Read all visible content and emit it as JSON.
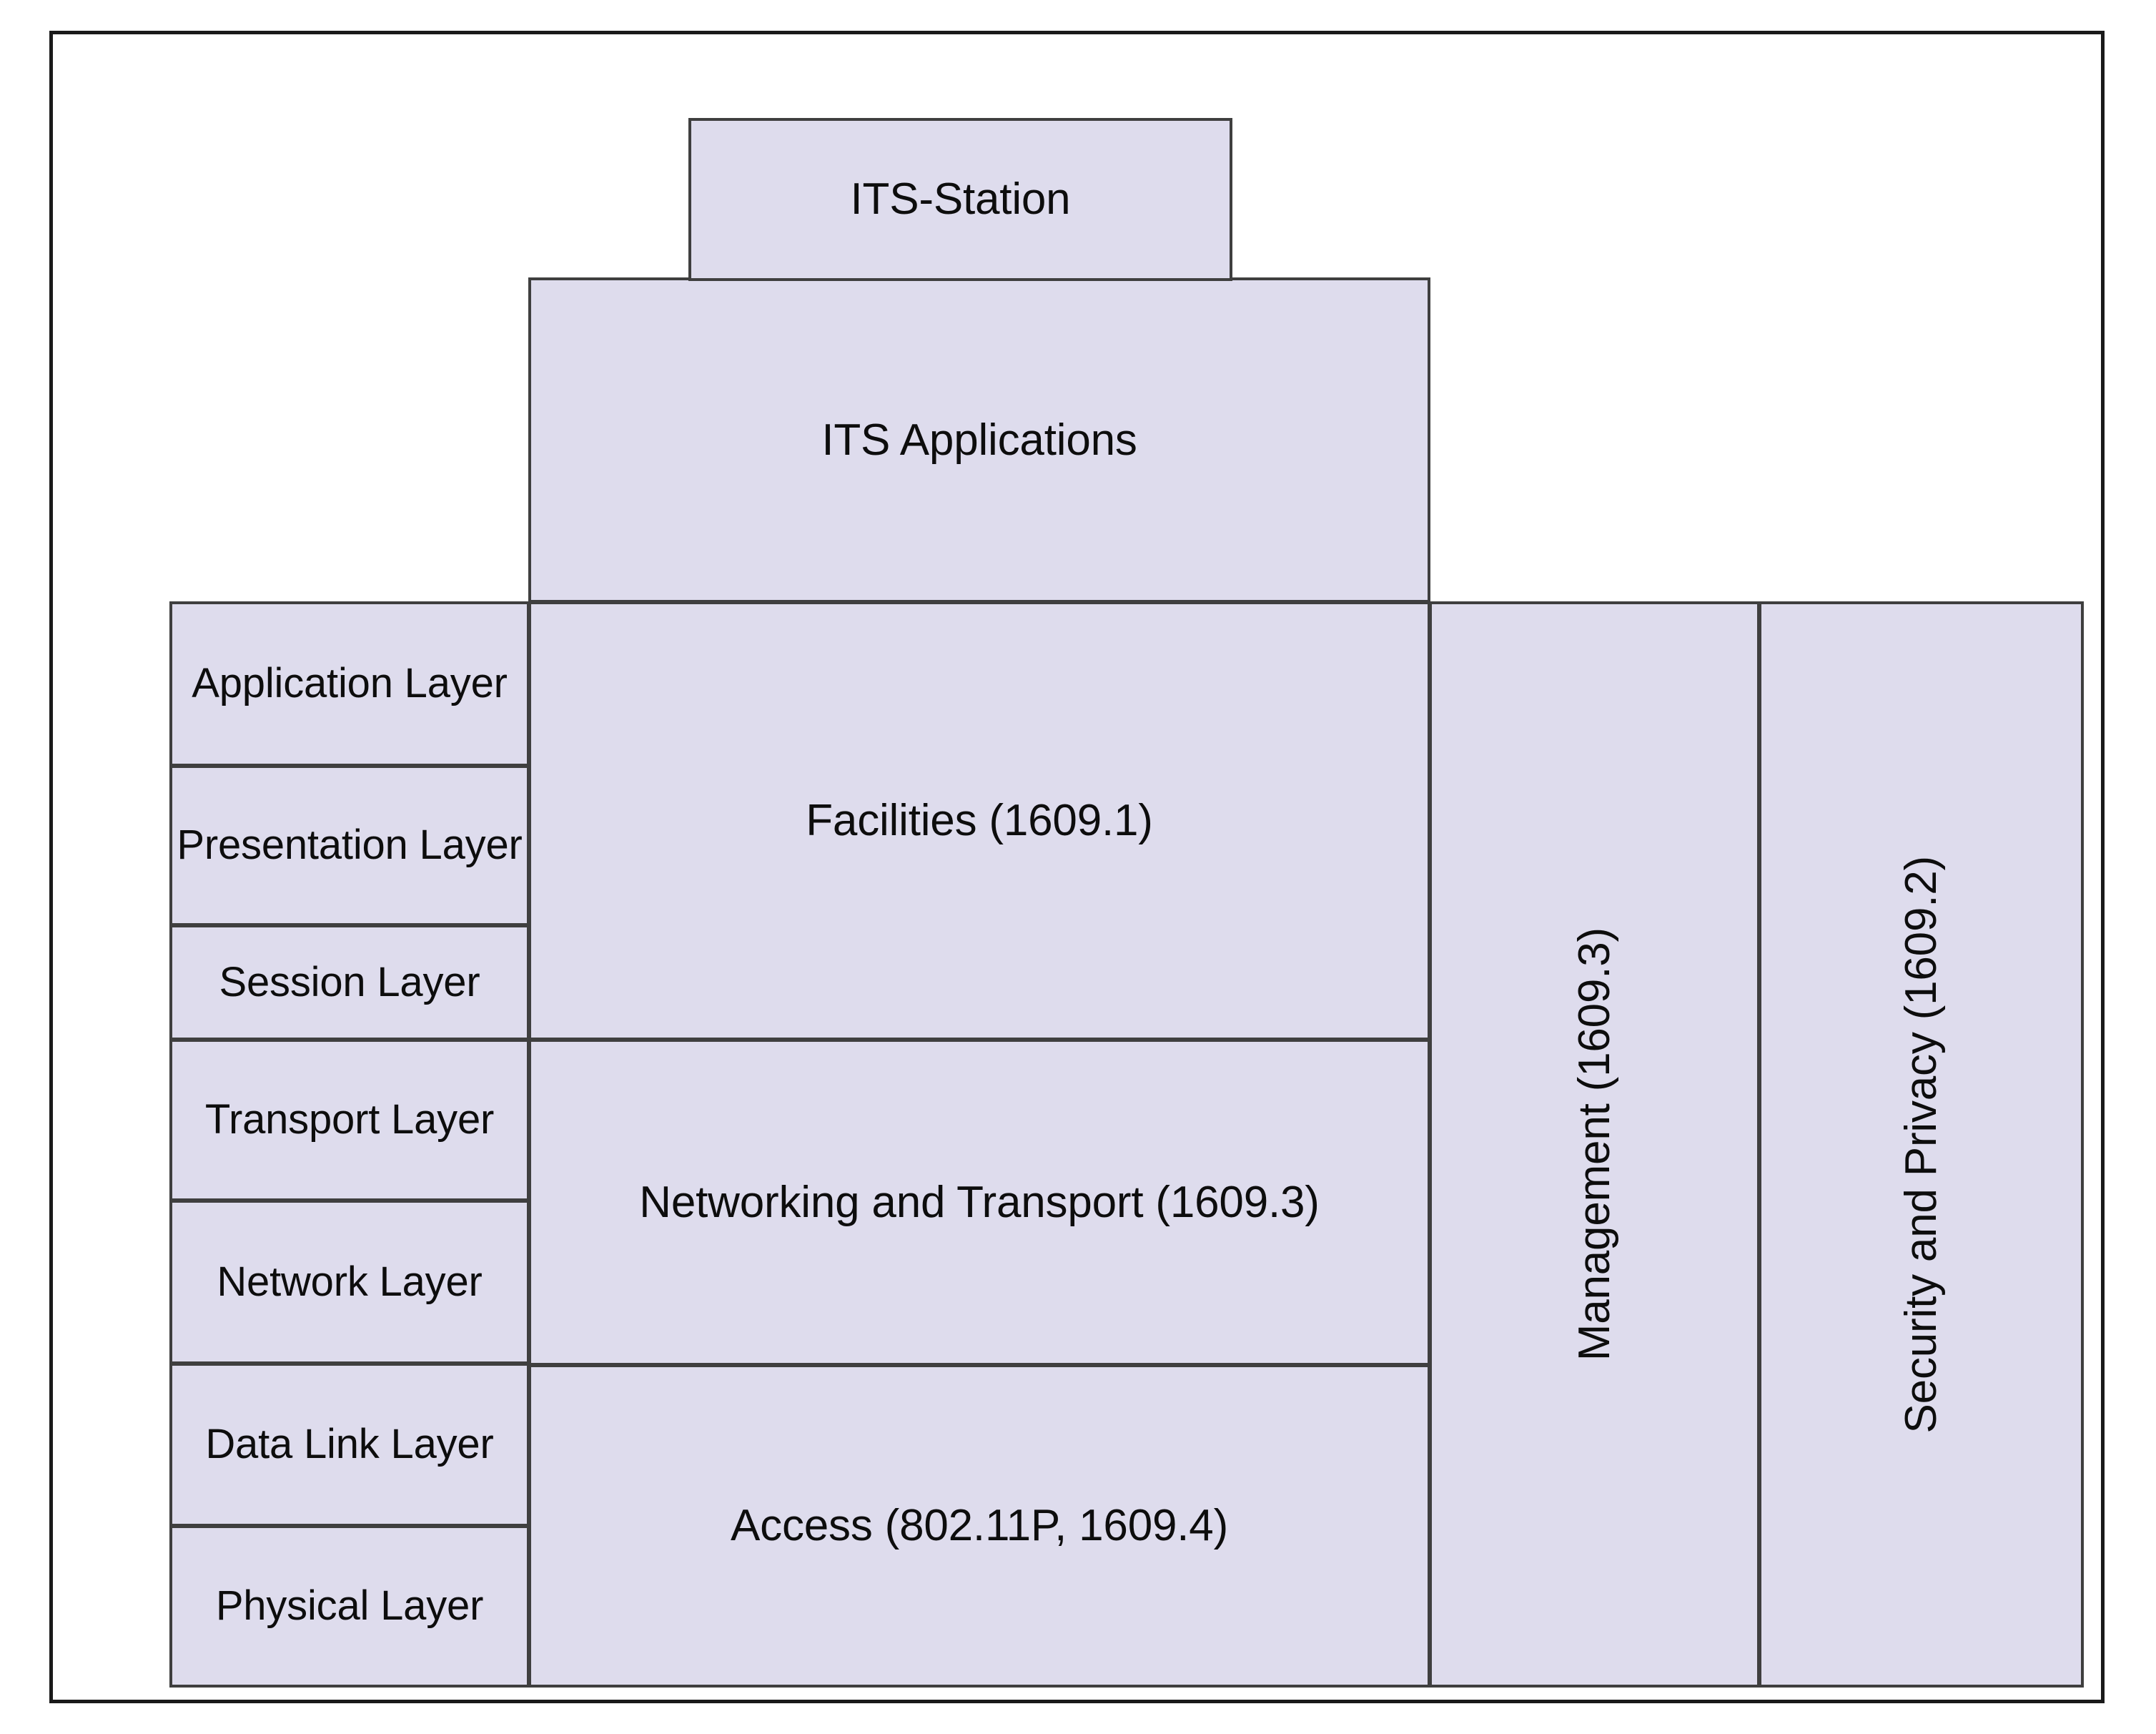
{
  "diagram": {
    "title": "ITS-Station WAVE / IEEE 1609 protocol stack architecture",
    "colors": {
      "node_fill": "#dedced",
      "node_border": "#3f3f3f",
      "frame_border": "#1a1a1a",
      "text": "#0d0d0d",
      "background": "#ffffff"
    },
    "top": {
      "station_label": "ITS-Station",
      "applications_label": "ITS Applications"
    },
    "osi_layers": [
      {
        "id": "application",
        "label": "Application Layer"
      },
      {
        "id": "presentation",
        "label": "Presentation Layer"
      },
      {
        "id": "session",
        "label": "Session Layer"
      },
      {
        "id": "transport",
        "label": "Transport Layer"
      },
      {
        "id": "network",
        "label": "Network Layer"
      },
      {
        "id": "datalink",
        "label": "Data Link Layer"
      },
      {
        "id": "physical",
        "label": "Physical Layer"
      }
    ],
    "stack_blocks": [
      {
        "id": "facilities",
        "label": "Facilities (1609.1)"
      },
      {
        "id": "networking",
        "label": "Networking and Transport (1609.3)"
      },
      {
        "id": "access",
        "label": "Access (802.11P, 1609.4)"
      }
    ],
    "side_columns": [
      {
        "id": "management",
        "label": "Management (1609.3)"
      },
      {
        "id": "security",
        "label": "Security and Privacy (1609.2)"
      }
    ]
  }
}
